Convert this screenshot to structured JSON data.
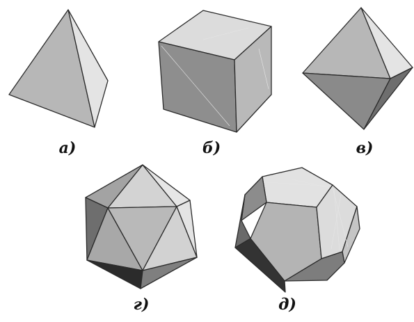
{
  "figure": {
    "solids": [
      {
        "id": "tetrahedron",
        "caption": "а)"
      },
      {
        "id": "cube",
        "caption": "б)"
      },
      {
        "id": "octahedron",
        "caption": "в)"
      },
      {
        "id": "icosahedron",
        "caption": "г)"
      },
      {
        "id": "dodecahedron",
        "caption": "д)"
      }
    ],
    "colors": {
      "background": "#ffffff",
      "edge": "#2a2a2a",
      "face_light": "#e2e2e2",
      "face_mid": "#b9b9b9",
      "face_mid2": "#a5a5a5",
      "face_dark": "#8a8a8a",
      "face_darker": "#6e6e6e",
      "face_black": "#2b2b2b"
    }
  }
}
